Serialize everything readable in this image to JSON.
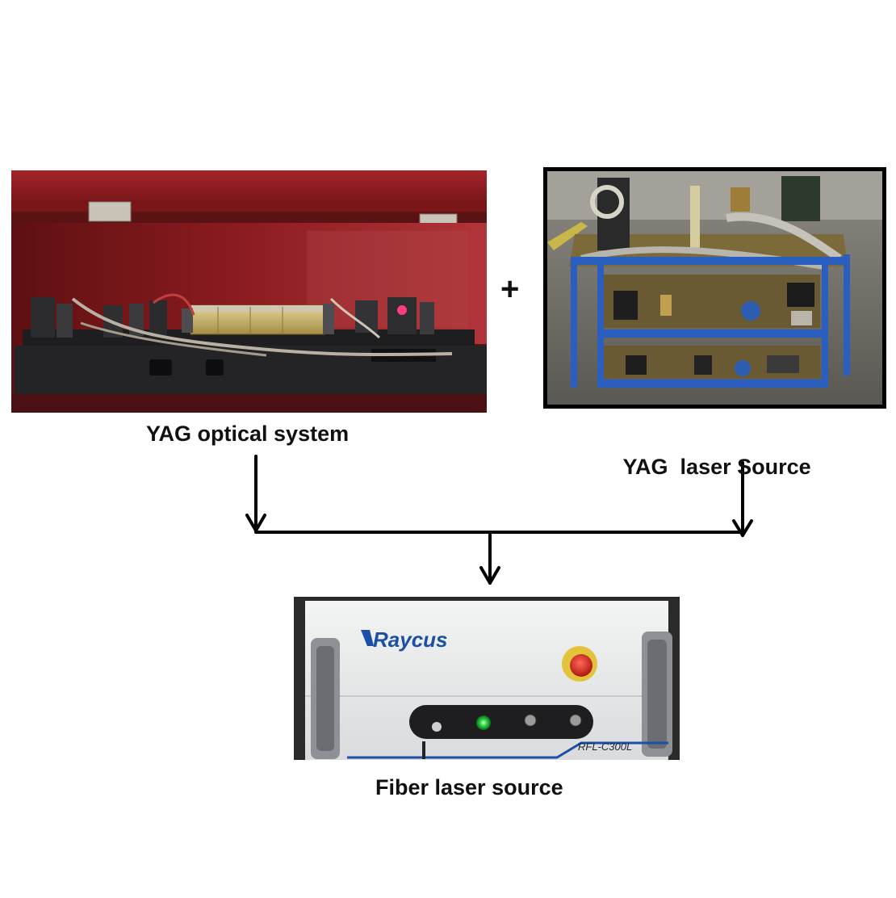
{
  "captions": {
    "optical": "YAG optical system",
    "source": "YAG  laser Source",
    "fiber": "Fiber laser source"
  },
  "plus_symbol": "+",
  "device": {
    "brand": "Raycus",
    "model": "RFL-C300L"
  },
  "colors": {
    "red_cabinet": "#8b1a1c",
    "blue_frame": "#2a5fbf",
    "brand_blue": "#1e4fa6",
    "panel_white": "#eceeef",
    "arrow": "#000000"
  },
  "icons": [
    "emergency-stop-icon",
    "power-indicator-icon",
    "key-switch-icon"
  ]
}
